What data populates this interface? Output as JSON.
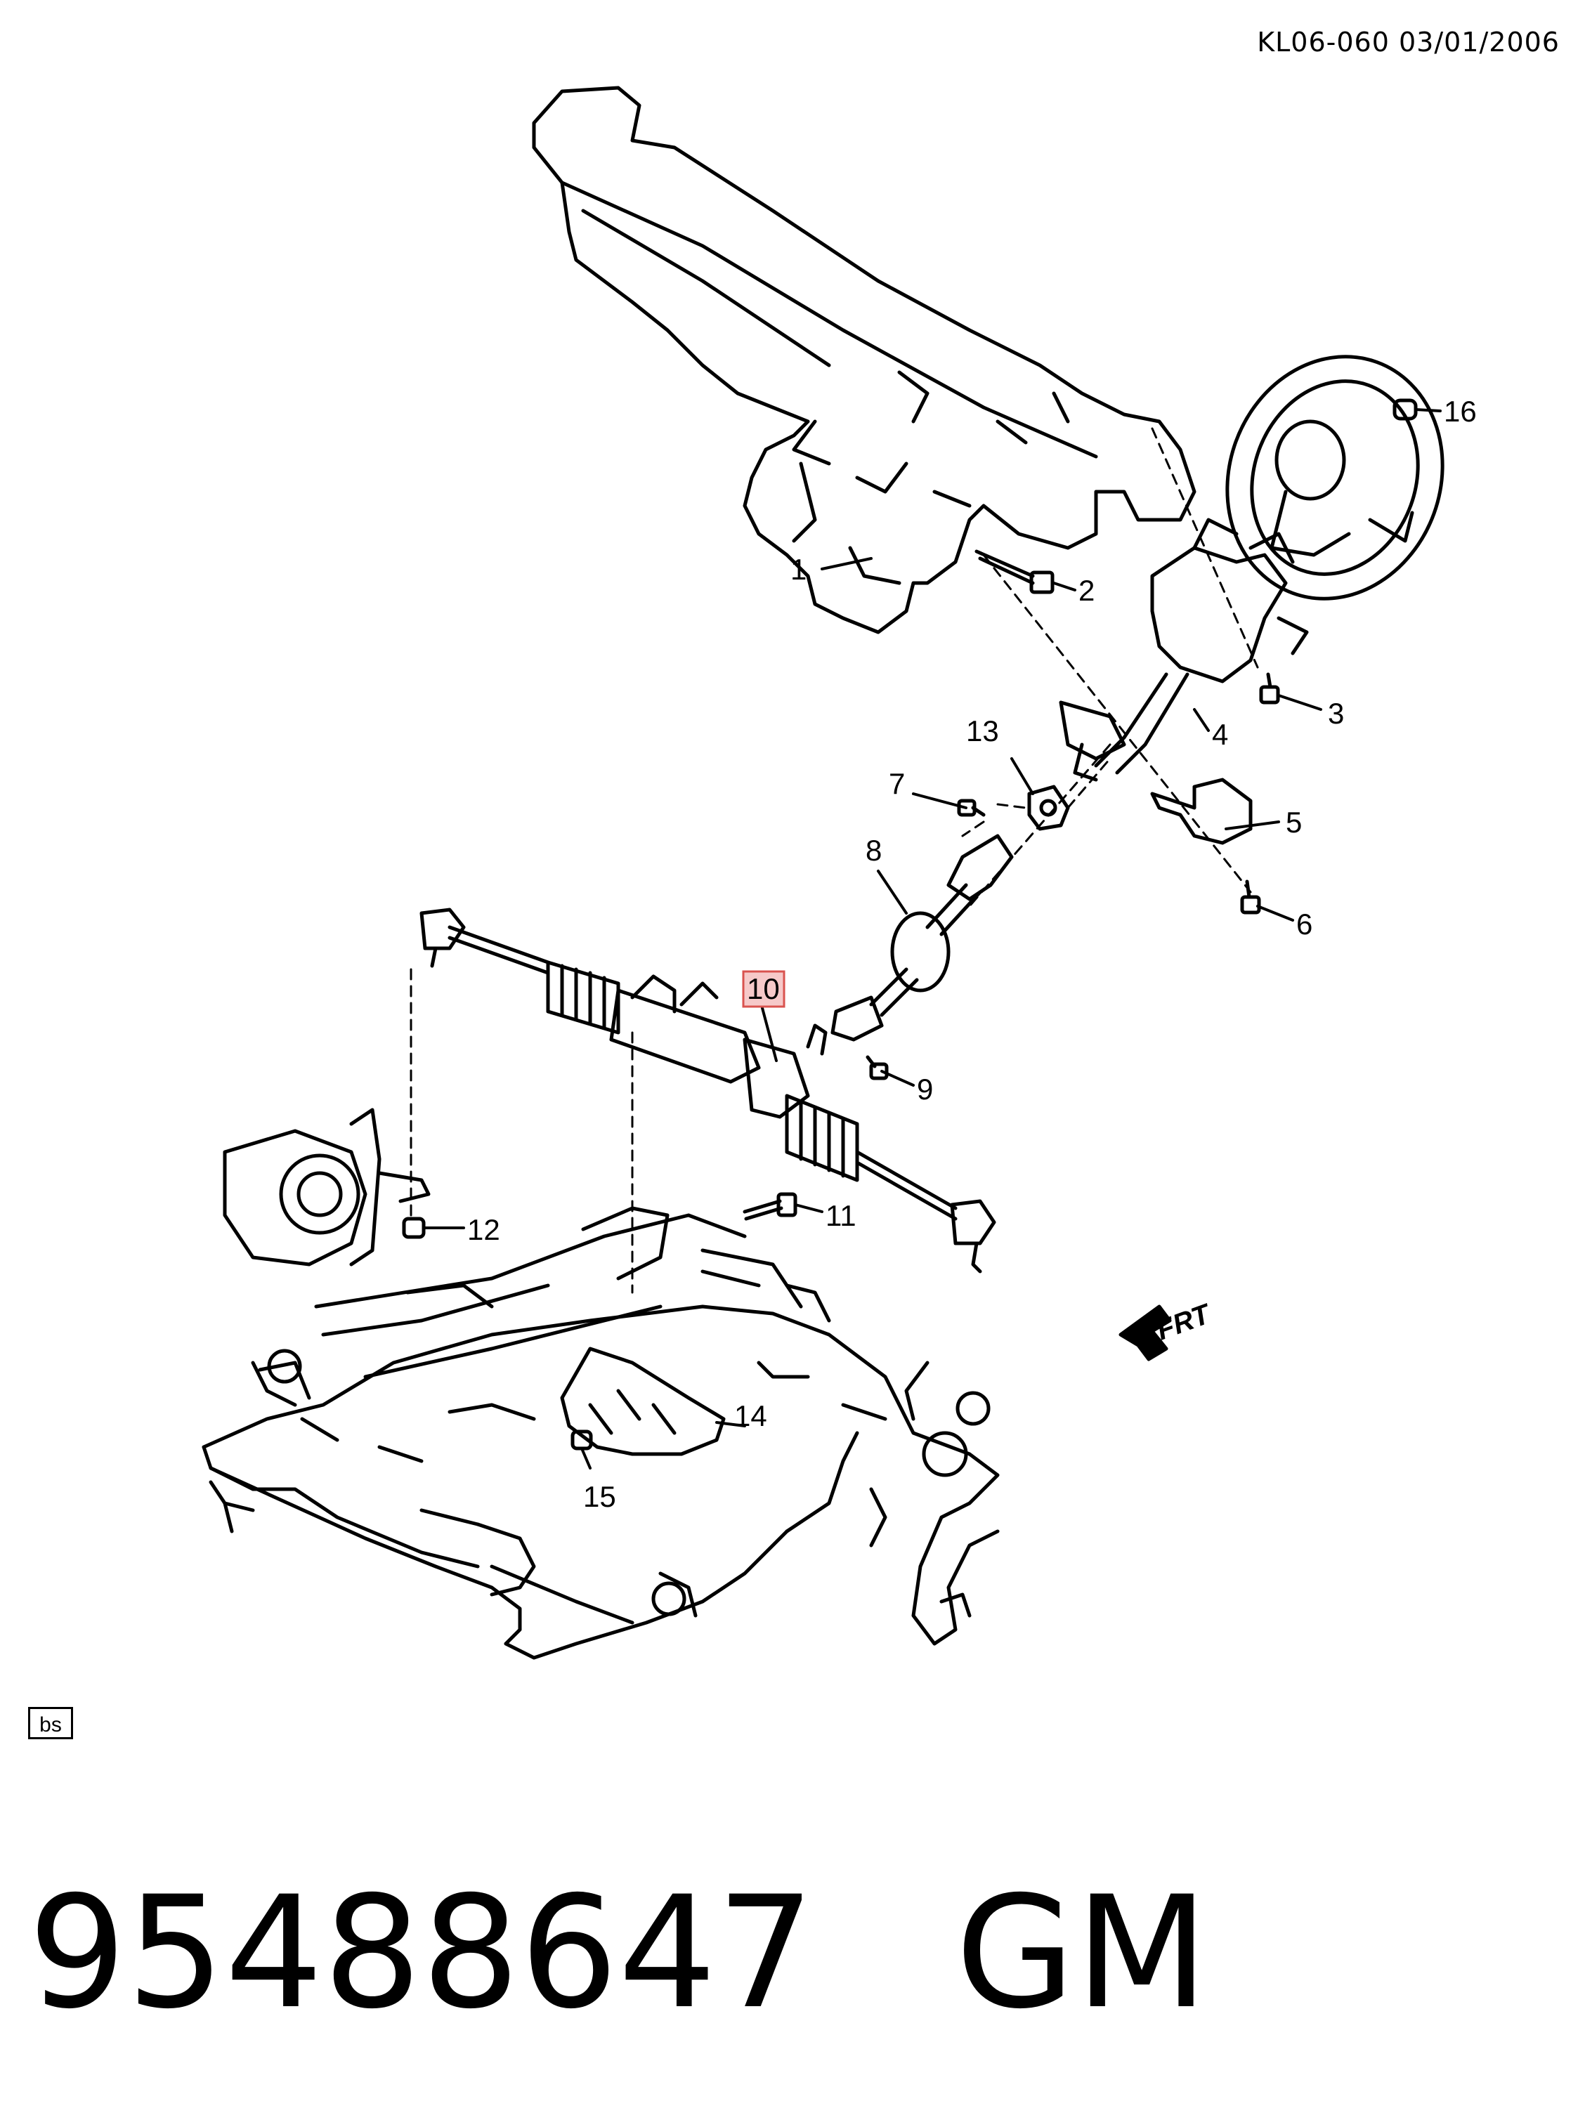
{
  "header": {
    "code_date": "KL06-060  03/01/2006"
  },
  "callouts": [
    {
      "id": "1",
      "label": "1"
    },
    {
      "id": "2",
      "label": "2"
    },
    {
      "id": "3",
      "label": "3"
    },
    {
      "id": "4",
      "label": "4"
    },
    {
      "id": "5",
      "label": "5"
    },
    {
      "id": "6",
      "label": "6"
    },
    {
      "id": "7",
      "label": "7"
    },
    {
      "id": "8",
      "label": "8"
    },
    {
      "id": "9",
      "label": "9"
    },
    {
      "id": "10",
      "label": "10",
      "highlighted": true
    },
    {
      "id": "11",
      "label": "11"
    },
    {
      "id": "12",
      "label": "12"
    },
    {
      "id": "13",
      "label": "13"
    },
    {
      "id": "14",
      "label": "14"
    },
    {
      "id": "15",
      "label": "15"
    },
    {
      "id": "16",
      "label": "16"
    }
  ],
  "direction_marker": {
    "label": "FRT"
  },
  "badge": {
    "label": "bs"
  },
  "footer": {
    "part_number": "95488647",
    "brand": "GM"
  },
  "colors": {
    "line": "#000000",
    "background": "#ffffff",
    "highlight_fill": "#f6c9c9",
    "highlight_stroke": "#d9534f"
  }
}
